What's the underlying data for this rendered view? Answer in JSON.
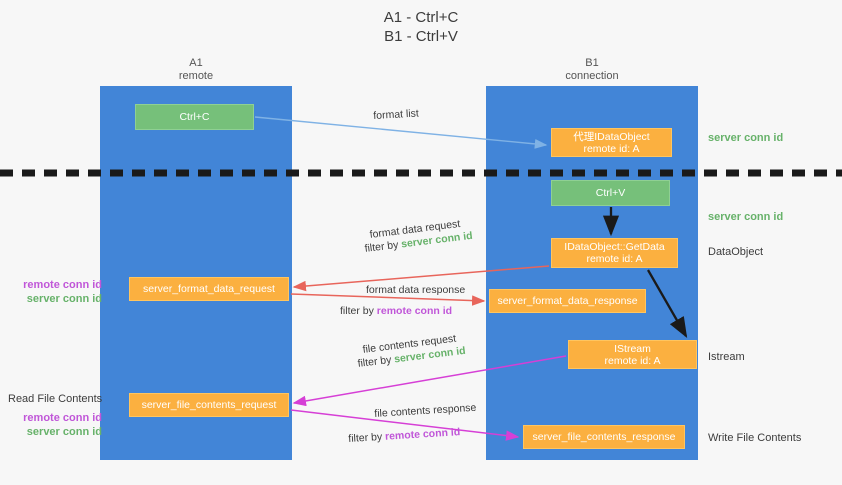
{
  "title": {
    "line1": "A1 - Ctrl+C",
    "line2": "B1 - Ctrl+V"
  },
  "lanes": {
    "a": {
      "name": "A1",
      "role": "remote",
      "color": "#4285d7"
    },
    "b": {
      "name": "B1",
      "role": "connection",
      "color": "#4285d7"
    }
  },
  "colors": {
    "lane": "#4285d7",
    "green_box": "#76c07a",
    "orange_box": "#fbb040",
    "server_conn_id": "#67b26a",
    "remote_conn_id": "#c056d8",
    "arrow_format_list": "#7fb2e5",
    "arrow_format_data": "#e8655b",
    "arrow_file_contents": "#d63fd6",
    "arrow_black": "#1a1a1a"
  },
  "boxes": {
    "ctrl_c": {
      "label": "Ctrl+C",
      "type": "green"
    },
    "proxy_dataobject": {
      "line1": "代理IDataObject",
      "line2": "remote id: A",
      "type": "orange"
    },
    "ctrl_v": {
      "label": "Ctrl+V",
      "type": "green"
    },
    "getdata": {
      "line1": "IDataObject::GetData",
      "line2": "remote id: A",
      "type": "orange"
    },
    "server_format_data_request": {
      "label": "server_format_data_request",
      "type": "orange"
    },
    "server_format_data_response": {
      "label": "server_format_data_response",
      "type": "orange"
    },
    "istream": {
      "line1": "IStream",
      "line2": "remote id: A",
      "type": "orange"
    },
    "server_file_contents_request": {
      "label": "server_file_contents_request",
      "type": "orange"
    },
    "server_file_contents_response": {
      "label": "server_file_contents_response",
      "type": "orange"
    }
  },
  "arrow_labels": {
    "format_list": "format list",
    "format_data_request": "format data request",
    "format_data_request_filter_prefix": "filter by ",
    "format_data_request_filter_value": "server conn id",
    "format_data_response": "format data response",
    "format_data_response_filter_prefix": "filter by ",
    "format_data_response_filter_value": "remote conn id",
    "file_contents_request": "file contents request",
    "file_contents_request_filter_prefix": "filter by ",
    "file_contents_request_filter_value": "server conn id",
    "file_contents_response": "file contents response",
    "file_contents_response_filter_prefix": "filter by ",
    "file_contents_response_filter_value": "remote conn id"
  },
  "side_labels": {
    "server_conn_id_top": "server conn id",
    "server_conn_id_mid": "server conn id",
    "dataobject": "DataObject",
    "istream": "Istream",
    "write_file_contents": "Write File Contents",
    "read_file_contents": "Read File Contents",
    "remote_conn_id_left_1": "remote conn id",
    "server_conn_id_left_1": "server conn id",
    "remote_conn_id_left_2": "remote conn id",
    "server_conn_id_left_2": "server conn id"
  }
}
